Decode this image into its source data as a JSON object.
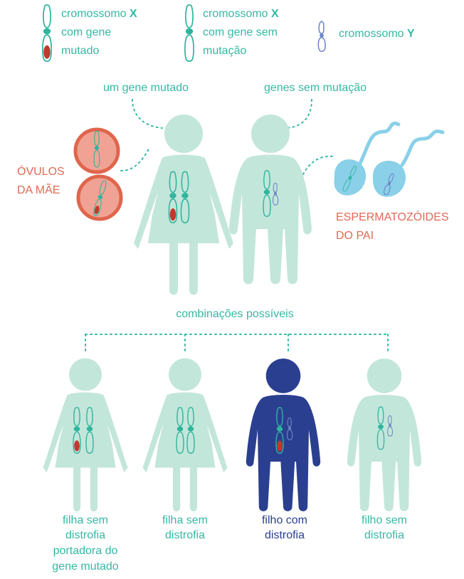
{
  "legend": {
    "x_mutated": {
      "line1_prefix": "cromossomo ",
      "line1_letter": "X",
      "line2": "com gene",
      "line3": "mutado"
    },
    "x_normal": {
      "line1_prefix": "cromossomo ",
      "line1_letter": "X",
      "line2": "com gene sem",
      "line3": "mutação"
    },
    "y": {
      "prefix": "cromossomo ",
      "letter": "Y"
    }
  },
  "parents": {
    "mother_label": "um gene mutado",
    "father_label": "genes sem mutação",
    "ova_label": [
      "ÓVULOS",
      "DA MÃE"
    ],
    "sperm_label": [
      "ESPERMATOZÓIDES",
      "DO PAI"
    ]
  },
  "combinations_label": "combinações possíveis",
  "children": [
    {
      "lines": [
        "filha sem",
        "distrofia",
        "portadora do",
        "gene mutado"
      ]
    },
    {
      "lines": [
        "filha sem",
        "distrofia"
      ]
    },
    {
      "lines": [
        "filho com",
        "distrofia"
      ]
    },
    {
      "lines": [
        "filho sem",
        "distrofia"
      ]
    }
  ],
  "colors": {
    "figure": "#c3e6da",
    "chromosome_x": "#2fb59e",
    "mutation": "#c0392b",
    "chromosome_y": "#6f86c6",
    "label_teal": "#35b8a3",
    "label_red": "#e06a54",
    "affected": "#2b3f90",
    "ovum_ring": "#e0654c",
    "ovum_fill": "#f0a394",
    "sperm": "#89d0e8"
  },
  "icons": [
    "x-chromosome-mutated-icon",
    "x-chromosome-icon",
    "y-chromosome-icon",
    "ovum-icon",
    "sperm-icon",
    "female-figure-icon",
    "male-figure-icon"
  ]
}
